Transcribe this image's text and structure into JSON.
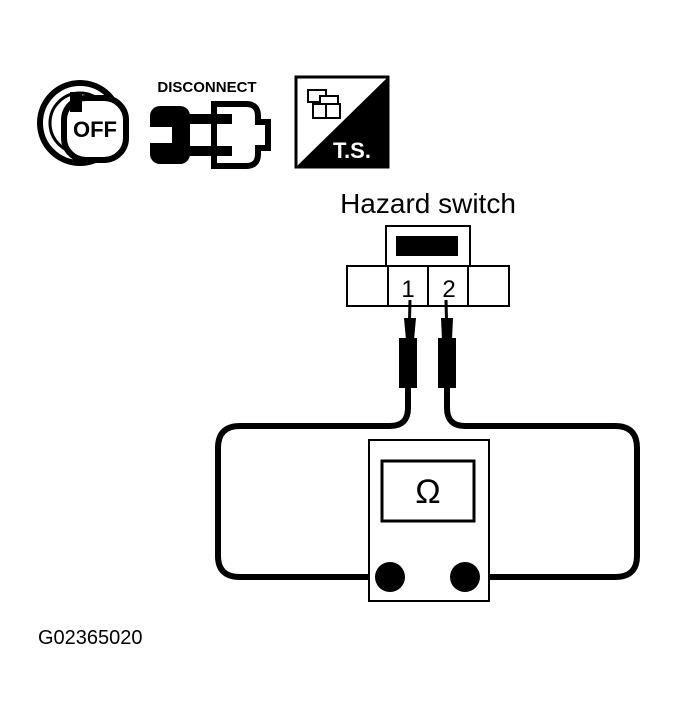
{
  "icons": {
    "ignition": {
      "name": "ignition-off-icon",
      "label": "OFF"
    },
    "disconnect": {
      "name": "connector-disconnect-icon",
      "label": "DISCONNECT"
    },
    "ts": {
      "name": "terminal-side-icon",
      "label": "T.S."
    }
  },
  "diagram": {
    "title": "Hazard switch",
    "pins": [
      "1",
      "2"
    ],
    "meter_symbol": "Ω",
    "code": "G02365020"
  }
}
